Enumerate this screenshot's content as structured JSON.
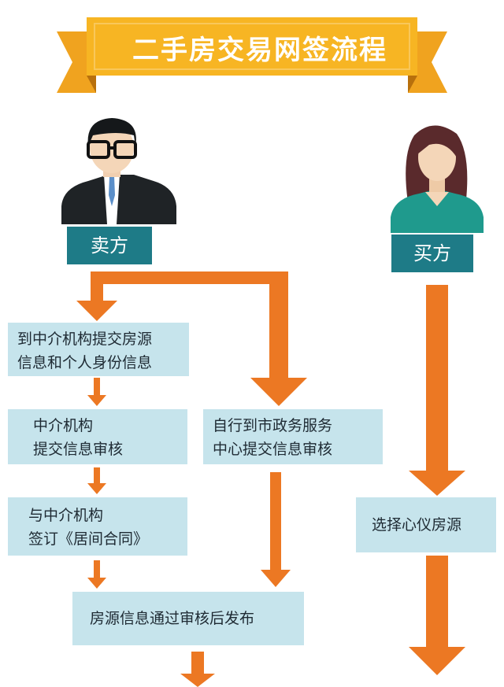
{
  "title": "二手房交易网签流程",
  "seller": {
    "label": "卖方"
  },
  "buyer": {
    "label": "买方"
  },
  "steps": {
    "agency_submit": {
      "lines": [
        "到中介机构提交房源",
        "信息和个人身份信息"
      ]
    },
    "agency_review": {
      "lines": [
        "中介机构",
        "提交信息审核"
      ]
    },
    "self_submit": {
      "lines": [
        "自行到市政务服务",
        "中心提交信息审核"
      ]
    },
    "sign_contract": {
      "lines": [
        "与中介机构",
        "签订《居间合同》"
      ]
    },
    "choose_house": {
      "lines": [
        "选择心仪房源"
      ]
    },
    "publish": {
      "lines": [
        "房源信息通过审核后发布"
      ]
    }
  },
  "colors": {
    "banner": "#f7b523",
    "banner_dark": "#e48d12",
    "arrow": "#ec7823",
    "box": "#c6e4ec",
    "label": "#1e7b87"
  }
}
